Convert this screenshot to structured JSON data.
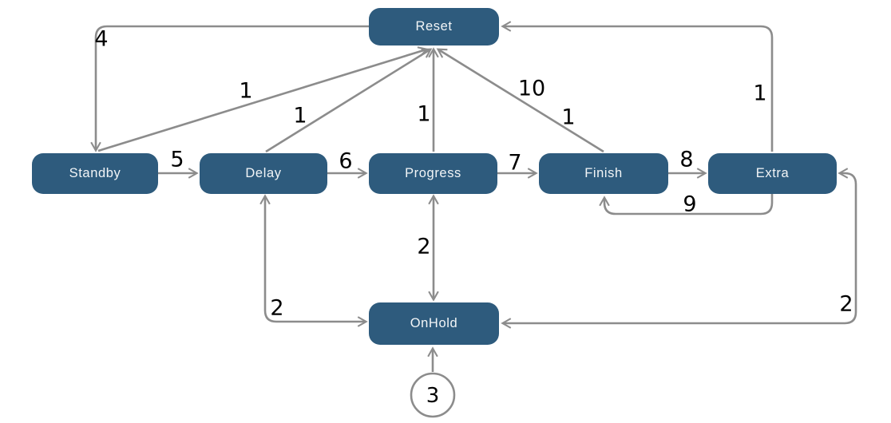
{
  "diagram": {
    "type": "state-transition-graph",
    "colors": {
      "background": "#ffffff",
      "node_fill": "#2e5b7d",
      "node_text": "#f2f5f7",
      "edge_color": "#8c8c8c",
      "label_color": "#000000",
      "start_circle_fill": "#ffffff"
    },
    "nodes": [
      {
        "id": "reset",
        "label": "Reset"
      },
      {
        "id": "standby",
        "label": "Standby"
      },
      {
        "id": "delay",
        "label": "Delay"
      },
      {
        "id": "progress",
        "label": "Progress"
      },
      {
        "id": "finish",
        "label": "Finish"
      },
      {
        "id": "extra",
        "label": "Extra"
      },
      {
        "id": "onhold",
        "label": "OnHold"
      }
    ],
    "start_marker": {
      "shape": "circle",
      "label": "3",
      "target": "OnHold"
    },
    "edges": [
      {
        "from": "Reset",
        "to": "Standby",
        "label": "4"
      },
      {
        "from": "Standby",
        "to": "Reset",
        "label": "1"
      },
      {
        "from": "Delay",
        "to": "Reset",
        "label": "1"
      },
      {
        "from": "Progress",
        "to": "Reset",
        "label": "1"
      },
      {
        "from": "Finish",
        "to": "Reset",
        "label": "10"
      },
      {
        "from": "Finish",
        "to": "Reset",
        "label": "1"
      },
      {
        "from": "Extra",
        "to": "Reset",
        "label": "1"
      },
      {
        "from": "Standby",
        "to": "Delay",
        "label": "5"
      },
      {
        "from": "Delay",
        "to": "Progress",
        "label": "6"
      },
      {
        "from": "Progress",
        "to": "Finish",
        "label": "7"
      },
      {
        "from": "Finish",
        "to": "Extra",
        "label": "8"
      },
      {
        "from": "Extra",
        "to": "Finish",
        "label": "9"
      },
      {
        "from": "Delay",
        "to": "OnHold",
        "label": "2",
        "bidirectional": true
      },
      {
        "from": "Progress",
        "to": "OnHold",
        "label": "2",
        "bidirectional": true
      },
      {
        "from": "Extra",
        "to": "OnHold",
        "label": "2",
        "bidirectional": true
      },
      {
        "from": "start-marker",
        "to": "OnHold",
        "label": "3"
      }
    ]
  }
}
